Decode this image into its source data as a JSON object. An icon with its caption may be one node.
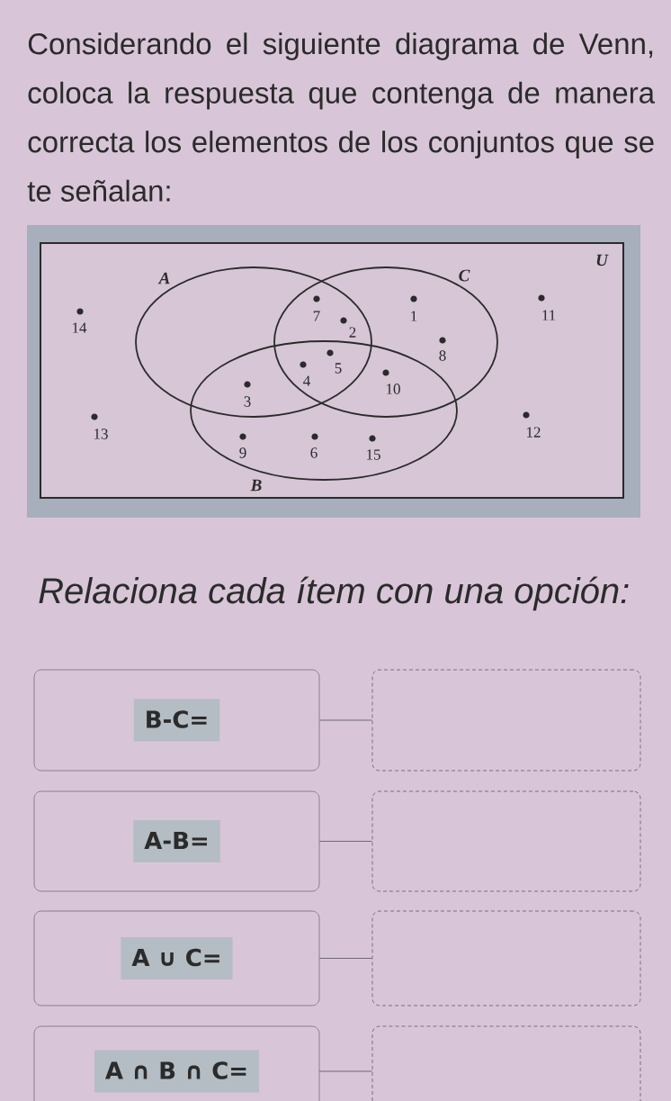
{
  "diagram": {
    "title": "Considerando el siguiente diagrama de Venn, coloca la respuesta que contenga de manera correcta los elementos de los conjuntos que se te señalan:",
    "nodes": [
      {
        "text": [
          "U"
        ]
      },
      {
        "text": [
          "A"
        ],
        "in": 0
      },
      {
        "text": [
          "C"
        ],
        "in": 0
      },
      {
        "text": [
          "B"
        ],
        "in": 0
      },
      {
        "text": [
          "B-C="
        ]
      },
      {
        "text": [],
        "shape": "box"
      },
      {
        "text": [
          "A-B="
        ]
      },
      {
        "text": [],
        "shape": "box"
      },
      {
        "text": [
          "A ∪ C="
        ]
      },
      {
        "text": [],
        "shape": "box"
      },
      {
        "text": [
          "A ∩ B ∩ C="
        ]
      },
      {
        "text": [],
        "shape": "box"
      }
    ],
    "edges": [
      {
        "from": 4,
        "to": 5,
        "arrow": "none"
      },
      {
        "from": 6,
        "to": 7,
        "arrow": "none"
      },
      {
        "from": 8,
        "to": 9,
        "arrow": "none"
      },
      {
        "from": 10,
        "to": 11,
        "arrow": "none"
      }
    ],
    "labels": [
      "14",
      "7",
      "1",
      "11",
      "2",
      "8",
      "5",
      "4",
      "3",
      "10",
      "13",
      "12",
      "9",
      "6",
      "15",
      "Relaciona cada ítem con una opción:"
    ]
  }
}
